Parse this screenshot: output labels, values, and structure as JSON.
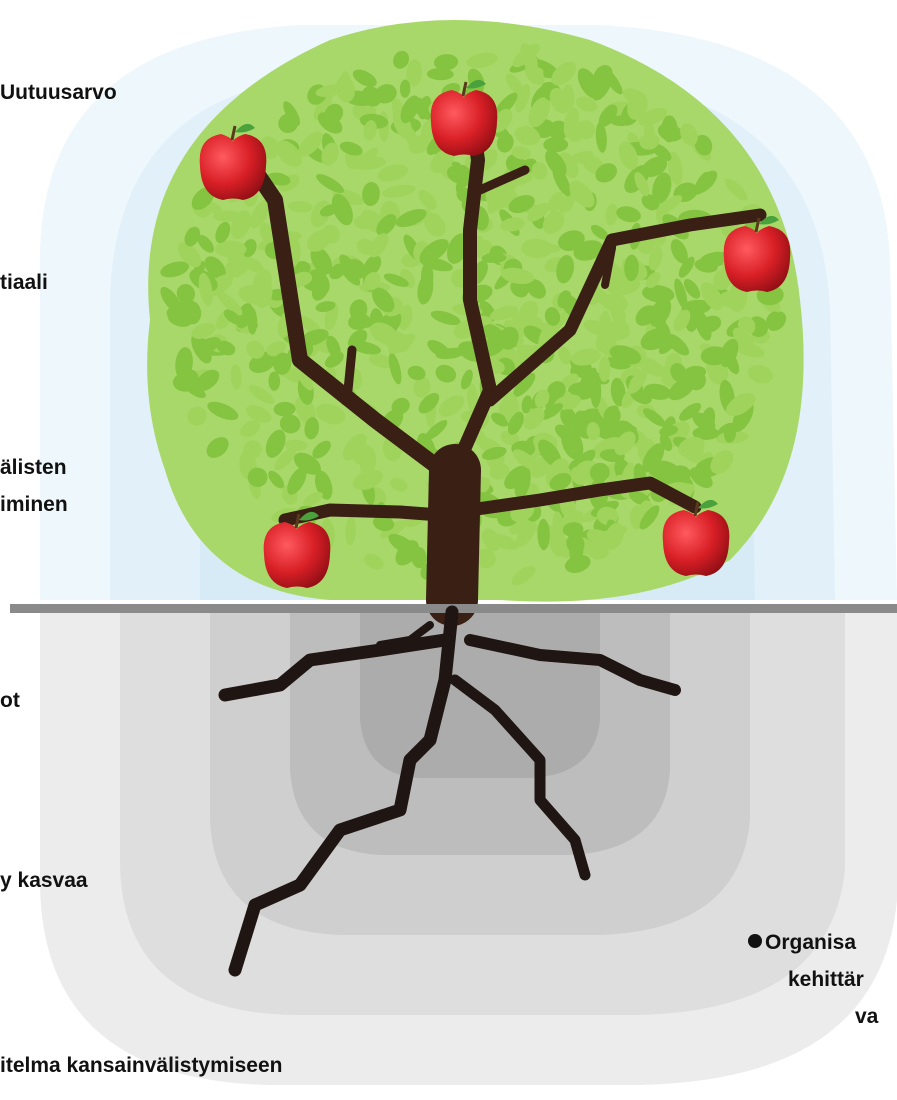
{
  "labels": {
    "top_value": "Uutuusarvo",
    "potential": "tiaali",
    "intl_line1": "älisten",
    "intl_line2": "iminen",
    "roots": "ot",
    "grows": "y kasvaa",
    "org_line1": "Organisa",
    "org_line2": "kehittär",
    "org_line3": "va",
    "plan": "itelma kansainvälistymiseen"
  },
  "colors": {
    "sky": "#dbeef8",
    "leaf": "#9fd35c",
    "leaf_dark": "#84c441",
    "trunk": "#3a1f14",
    "apple": "#d81f26",
    "apple_leaf": "#4aa23d",
    "ground_line": "#8a8a8a",
    "soil_light": "#e6e6e6",
    "soil_mid": "#d0d0d0",
    "soil_dark": "#b3b3b3"
  },
  "icons": {
    "apple": "apple-icon",
    "bullet": "bullet-icon"
  }
}
